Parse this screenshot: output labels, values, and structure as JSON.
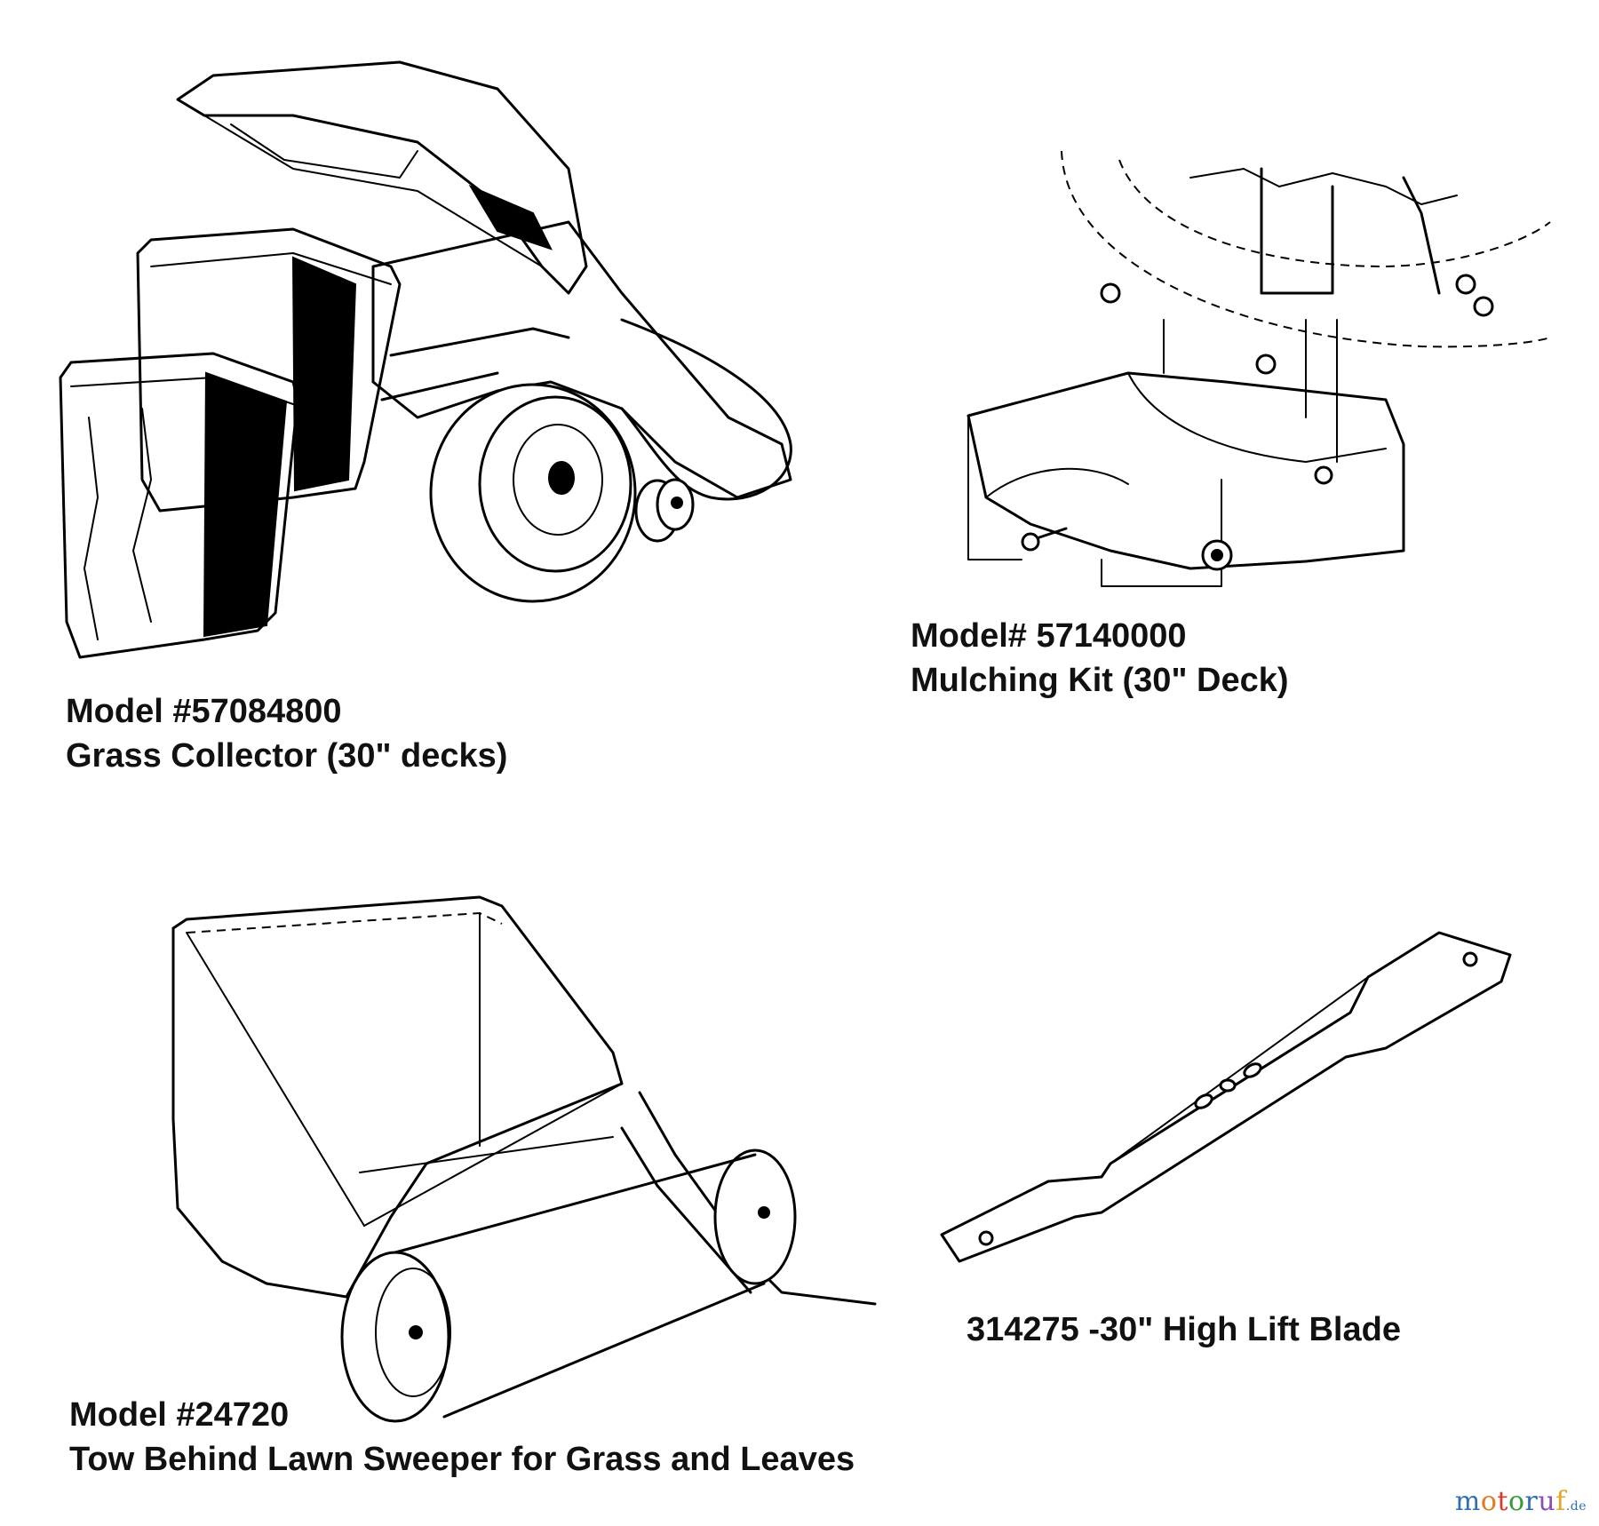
{
  "items": [
    {
      "id": "grass-collector",
      "model_line": "Model #57084800",
      "description": "Grass Collector (30\" decks)"
    },
    {
      "id": "mulching-kit",
      "model_line": "Model# 57140000",
      "description": "Mulching Kit (30\" Deck)"
    },
    {
      "id": "lawn-sweeper",
      "model_line": "Model #24720",
      "description": "Tow Behind Lawn Sweeper for Grass and Leaves"
    },
    {
      "id": "high-lift-blade",
      "description": "314275 -30\" High Lift Blade"
    }
  ],
  "watermark": {
    "letters": [
      "m",
      "o",
      "t",
      "o",
      "r",
      "u",
      "f"
    ],
    "letter_colors": [
      "#2f6fb3",
      "#e07b1f",
      "#d63a2f",
      "#3a9a3a",
      "#2f6fb3",
      "#8a4fb5",
      "#e0a81f"
    ],
    "suffix": ".de"
  }
}
